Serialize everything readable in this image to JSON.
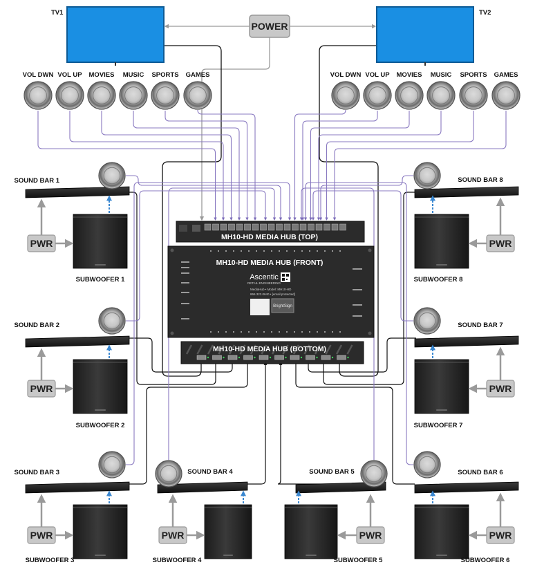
{
  "tvs": [
    {
      "label": "TV1"
    },
    {
      "label": "TV2"
    }
  ],
  "power": {
    "label": "POWER"
  },
  "buttons": {
    "left": [
      "VOL DWN",
      "VOL UP",
      "MOVIES",
      "MUSIC",
      "SPORTS",
      "GAMES"
    ],
    "right": [
      "VOL DWN",
      "VOL UP",
      "MOVIES",
      "MUSIC",
      "SPORTS",
      "GAMES"
    ]
  },
  "hub": {
    "top_title": "MH10-HD MEDIA HUB (TOP)",
    "front_title": "MH10-HD MEDIA HUB (FRONT)",
    "bottom_title": "MH10-HD MEDIA HUB (BOTTOM)",
    "brand": "Ascentic",
    "brand_sub": "RETAIL ENGINEERING",
    "model": "MediaHub  •  Model: MH10-HD",
    "contact": "866.323.0640  •  [email protected]",
    "player": "BrightSign"
  },
  "zones": [
    {
      "soundbar": "SOUND BAR 1",
      "subwoofer": "SUBWOOFER 1",
      "pwr": "PWR"
    },
    {
      "soundbar": "SOUND BAR 2",
      "subwoofer": "SUBWOOFER 2",
      "pwr": "PWR"
    },
    {
      "soundbar": "SOUND BAR 3",
      "subwoofer": "SUBWOOFER 3",
      "pwr": "PWR"
    },
    {
      "soundbar": "SOUND BAR 4",
      "subwoofer": "SUBWOOFER 4",
      "pwr": "PWR"
    },
    {
      "soundbar": "SOUND BAR 5",
      "subwoofer": "SUBWOOFER 5",
      "pwr": "PWR"
    },
    {
      "soundbar": "SOUND BAR 6",
      "subwoofer": "SUBWOOFER 6",
      "pwr": "PWR"
    },
    {
      "soundbar": "SOUND BAR 7",
      "subwoofer": "SUBWOOFER 7",
      "pwr": "PWR"
    },
    {
      "soundbar": "SOUND BAR 8",
      "subwoofer": "SUBWOOFER 8",
      "pwr": "PWR"
    }
  ],
  "colors": {
    "tv_screen": "#1a8fe3",
    "button_wire": "#8878c0",
    "hdmi_wire": "#111111",
    "power_wire": "#9a9a9a",
    "bluetooth_link": "#3a87d0",
    "hub_body": "#2b2b2b",
    "pwr_box": "#c8c8c8"
  }
}
